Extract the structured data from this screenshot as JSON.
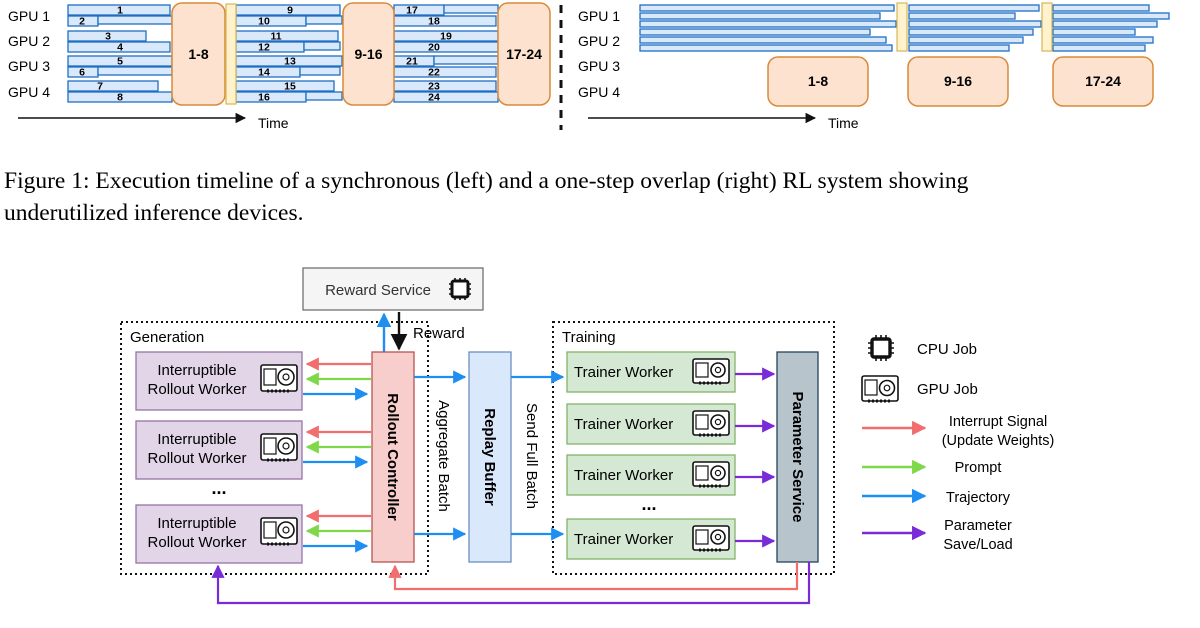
{
  "timeline": {
    "gpu_labels": [
      "GPU 1",
      "GPU 2",
      "GPU 3",
      "GPU 4"
    ],
    "time_label": "Time",
    "sync_bar_numbers": [
      "1",
      "2",
      "3",
      "4",
      "5",
      "6",
      "7",
      "8",
      "9",
      "10",
      "11",
      "12",
      "13",
      "14",
      "15",
      "16",
      "17",
      "18",
      "19",
      "20",
      "21",
      "22",
      "23",
      "24"
    ],
    "train_blocks": [
      "1-8",
      "9-16",
      "17-24"
    ]
  },
  "caption": {
    "line1": "Figure 1: Execution timeline of a synchronous (left) and a one-step overlap (right) RL system showing",
    "line2": "underutilized inference devices."
  },
  "diagram": {
    "reward_service": "Reward Service",
    "reward_label": "Reward",
    "generation_label": "Generation",
    "training_label": "Training",
    "rollout_worker_line1": "Interruptible",
    "rollout_worker_line2": "Rollout Worker",
    "ellipsis": "...",
    "rollout_controller": "Rollout Controller",
    "aggregate_batch": "Aggregate Batch",
    "replay_buffer": "Replay Buffer",
    "send_full_batch": "Send Full Batch",
    "trainer_worker": "Trainer Worker",
    "parameter_service": "Parameter Service"
  },
  "legend": {
    "cpu_job": "CPU Job",
    "gpu_job": "GPU Job",
    "interrupt_line1": "Interrupt Signal",
    "interrupt_line2": "(Update Weights)",
    "prompt": "Prompt",
    "trajectory": "Trajectory",
    "parameter_line1": "Parameter",
    "parameter_line2": "Save/Load"
  },
  "colors": {
    "bar_fill": "#dae8fc",
    "bar_stroke": "#1f6fc2",
    "train_fill": "#fde3cf",
    "train_stroke": "#d98a3a",
    "update_fill": "#fff2cc",
    "update_stroke": "#d6b656",
    "worker_fill": "#e1d5e7",
    "worker_stroke": "#9673a6",
    "controller_fill": "#f8cecc",
    "controller_stroke": "#b85450",
    "buffer_fill": "#dae8fc",
    "buffer_stroke": "#6c8ebf",
    "trainer_fill": "#d5e8d4",
    "trainer_stroke": "#82b366",
    "param_fill": "#b8c4cc",
    "param_stroke": "#23445d",
    "interrupt_arrow": "#f26d6d",
    "prompt_arrow": "#7ed84a",
    "trajectory_arrow": "#1f8ef1",
    "parameter_arrow": "#7a2bd8"
  }
}
